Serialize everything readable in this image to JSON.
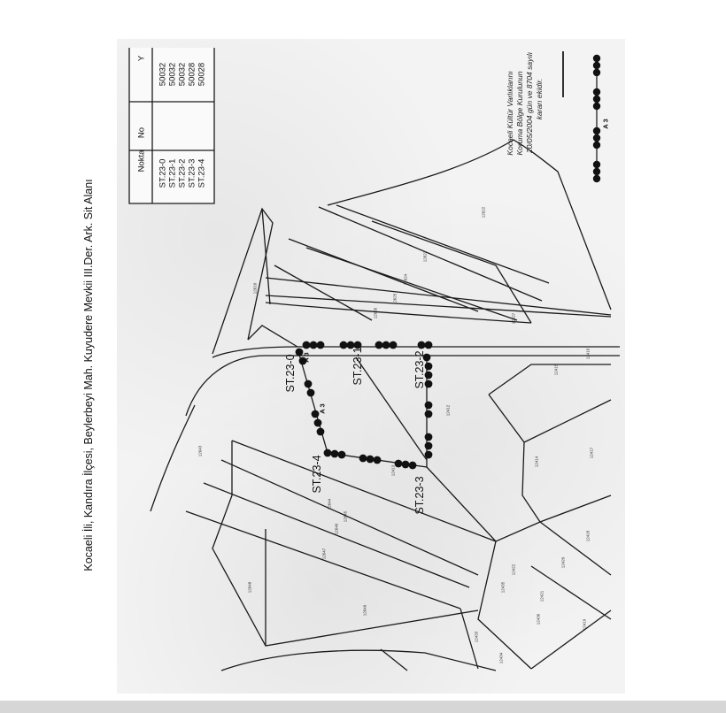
{
  "document": {
    "title": "Kocaeli İli, Kandıra İlçesi, Beylerbeyi Mah. Kuyudere Mevkii III.Der. Ark. Sit Alanı"
  },
  "coordinate_table": {
    "headers": [
      "Nokta",
      "No",
      "Y"
    ],
    "rows": [
      {
        "name": "ST.23-0",
        "y": "50032"
      },
      {
        "name": "ST.23-1",
        "y": "50032"
      },
      {
        "name": "ST.23-2",
        "y": "50032"
      },
      {
        "name": "ST.23-3",
        "y": "50028"
      },
      {
        "name": "ST.23-4",
        "y": "50028"
      }
    ]
  },
  "boundary_points": [
    {
      "label": "ST.23-0"
    },
    {
      "label": "ST.23-1"
    },
    {
      "label": "ST.23-2"
    },
    {
      "label": "ST.23-3"
    },
    {
      "label": "ST.23-4"
    }
  ],
  "boundary_markers": [
    "A 3",
    "A 3"
  ],
  "legend": {
    "marker_label": "A 3",
    "approval_lines": [
      "Kocaeli Kültür Varlıklarını",
      "Koruma Bölge Kurulunun",
      "20/05/2004 gün ve 8704 sayılı",
      "kararı ekidir."
    ]
  },
  "parcels": [
    {
      "number": "12610"
    },
    {
      "number": "12622"
    },
    {
      "number": "12623"
    },
    {
      "number": "12624"
    },
    {
      "number": "12625"
    },
    {
      "number": "12626"
    },
    {
      "number": "12627"
    },
    {
      "number": "12643"
    },
    {
      "number": "12644"
    },
    {
      "number": "12645"
    },
    {
      "number": "12646"
    },
    {
      "number": "12647"
    },
    {
      "number": "12648"
    },
    {
      "number": "12649"
    },
    {
      "number": "12412"
    },
    {
      "number": "12413"
    },
    {
      "number": "12414"
    },
    {
      "number": "12415"
    },
    {
      "number": "12416"
    },
    {
      "number": "12417"
    },
    {
      "number": "12418"
    },
    {
      "number": "12419"
    },
    {
      "number": "12420"
    },
    {
      "number": "12421"
    },
    {
      "number": "12422"
    },
    {
      "number": "12433"
    },
    {
      "number": "12434"
    },
    {
      "number": "12435"
    },
    {
      "number": "12436"
    }
  ],
  "colors": {
    "line": "#1a1a1a",
    "dot": "#111111",
    "paper": "#f3f3f3"
  }
}
